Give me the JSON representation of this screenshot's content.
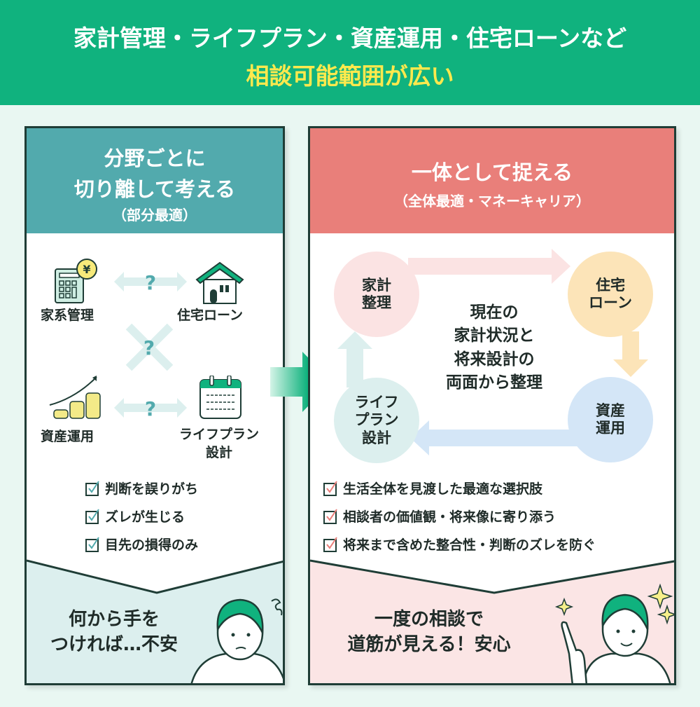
{
  "header": {
    "line1": "家計管理・ライフプラン・資産運用・住宅ローンなど",
    "line2": "相談可能範囲が広い"
  },
  "left": {
    "title1": "分野ごとに",
    "title2": "切り離して考える",
    "subtitle": "（部分最適）",
    "items": [
      "家系管理",
      "住宅ローン",
      "資産運用",
      "ライフプラン",
      "設計"
    ],
    "question": "?",
    "checks": [
      "判断を誤りがち",
      "ズレが生じる",
      "目先の損得のみ"
    ],
    "bottom1": "何から手を",
    "bottom2": "つければ…不安"
  },
  "right": {
    "title": "一体として捉える",
    "subtitle": "（全体最適・マネーキャリア）",
    "circles": [
      [
        "家計",
        "整理"
      ],
      [
        "住宅",
        "ローン"
      ],
      [
        "資産",
        "運用"
      ],
      [
        "ライフ",
        "プラン",
        "設計"
      ]
    ],
    "center": [
      "現在の",
      "家計状況と",
      "将来設計の",
      "両面から整理"
    ],
    "checks": [
      "生活全体を見渡した最適な選択肢",
      "相談者の価値観・将来像に寄り添う",
      "将来まで含めた整合性・判断のズレを防ぐ"
    ],
    "bottom1": "一度の相談で",
    "bottom2": "道筋が見える！安心"
  },
  "colors": {
    "green": "#10b27e",
    "teal": "#52aaad",
    "coral": "#e97f7a",
    "yellow": "#ffe94d"
  }
}
